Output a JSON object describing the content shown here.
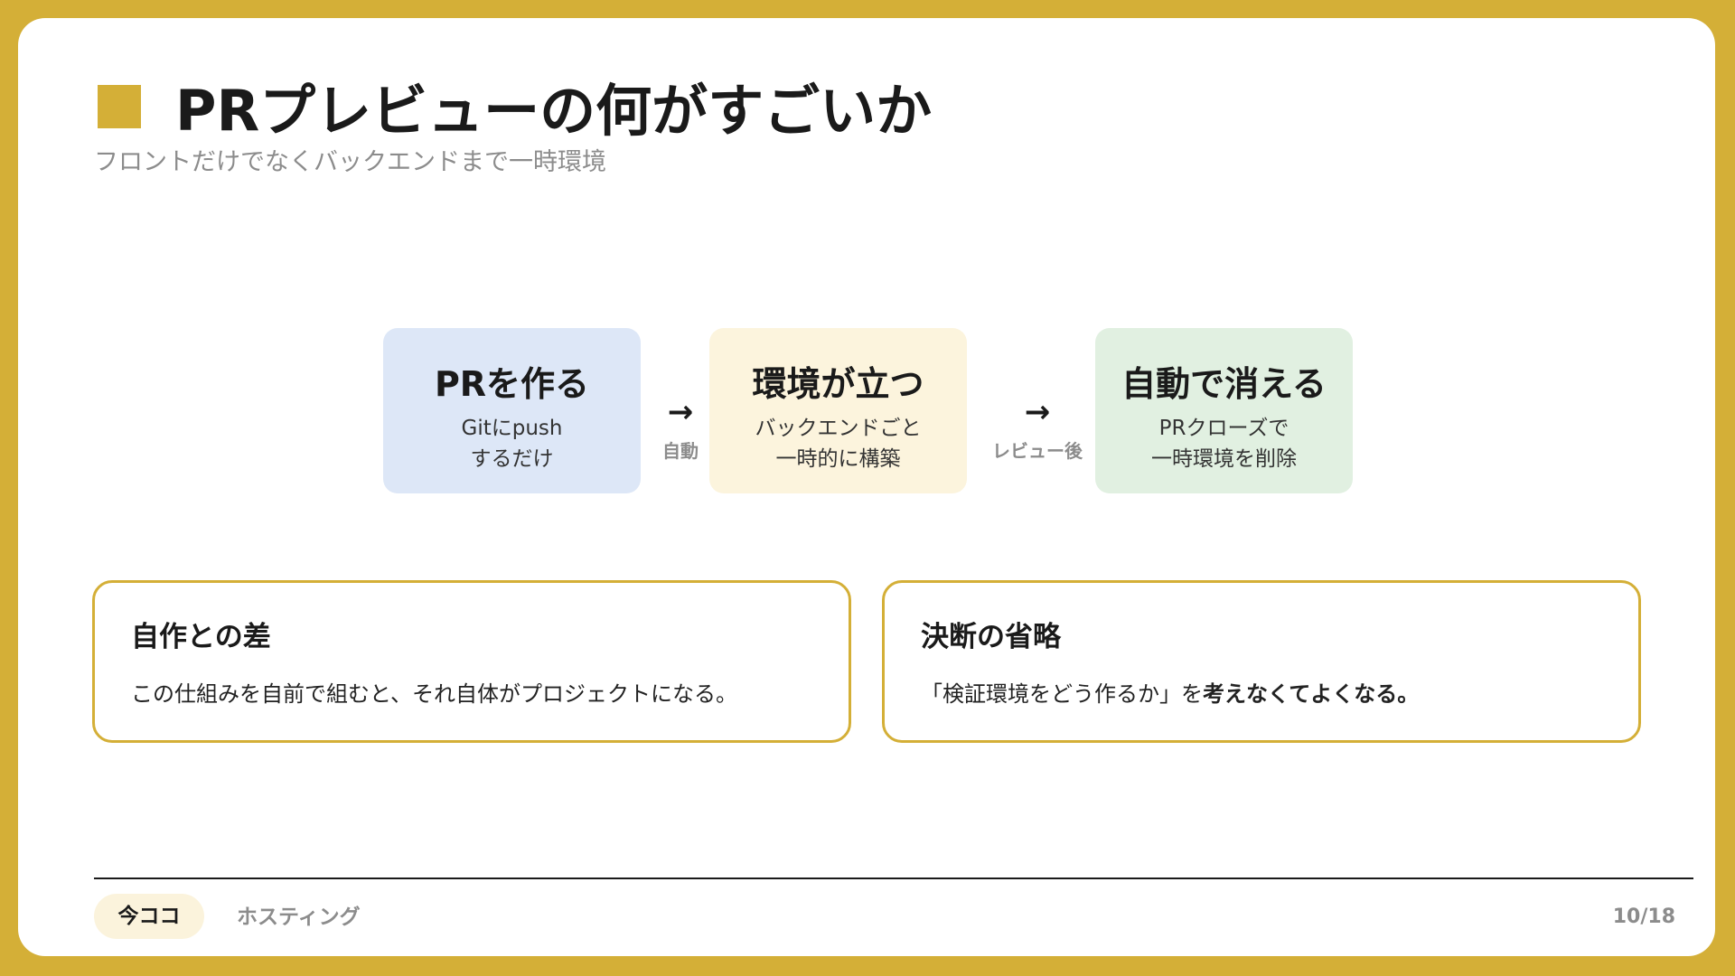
{
  "header": {
    "title": "PRプレビューの何がすごいか",
    "subtitle": "フロントだけでなくバックエンドまで一時環境"
  },
  "flow": {
    "steps": [
      {
        "title": "PRを作る",
        "desc_line1": "Gitにpush",
        "desc_line2": "するだけ",
        "color": "#DDE7F7"
      },
      {
        "title": "環境が立つ",
        "desc_line1": "バックエンドごと",
        "desc_line2": "一時的に構築",
        "color": "#FCF4DD"
      },
      {
        "title": "自動で消える",
        "desc_line1": "PRクローズで",
        "desc_line2": "一時環境を削除",
        "color": "#E1F0E1"
      }
    ],
    "arrows": [
      {
        "symbol": "→",
        "label": "自動"
      },
      {
        "symbol": "→",
        "label": "レビュー後"
      }
    ]
  },
  "cards": [
    {
      "title": "自作との差",
      "body": "この仕組みを自前で組むと、それ自体がプロジェクトになる。"
    },
    {
      "title": "決断の省略",
      "body_normal": "「検証環境をどう作るか」を",
      "body_bold": "考えなくてよくなる。"
    }
  ],
  "footer": {
    "badge": "今ココ",
    "section": "ホスティング",
    "page": "10/18"
  },
  "colors": {
    "accent": "#D4AF37"
  }
}
